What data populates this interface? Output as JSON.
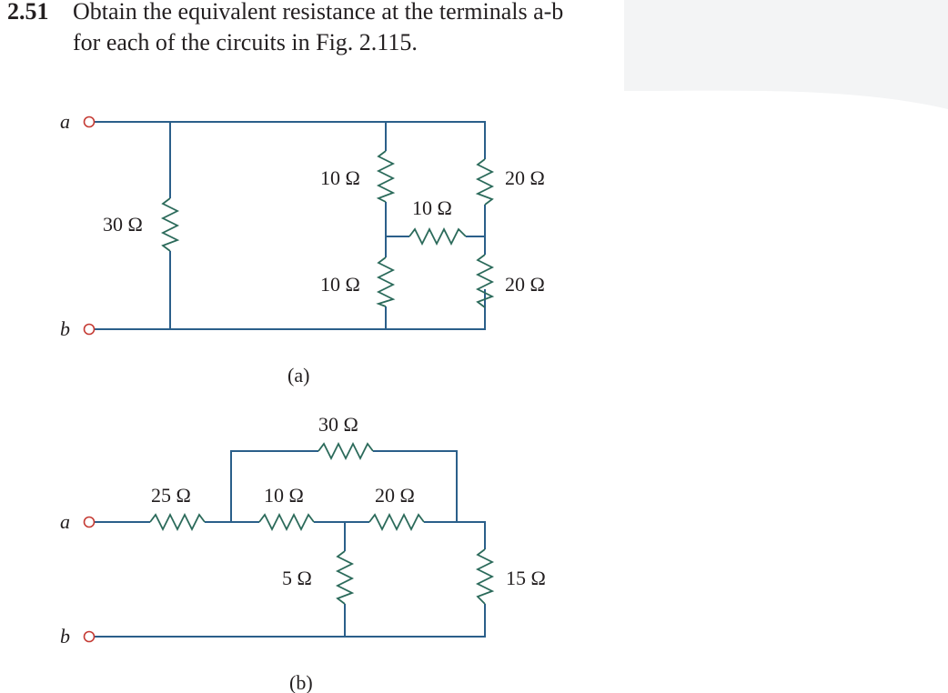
{
  "problem": {
    "number": "2.51",
    "line1": "Obtain the equivalent resistance at the terminals a-b",
    "line2": "for each of the circuits in Fig. 2.115."
  },
  "circuit_a": {
    "caption": "(a)",
    "terminal_a": "a",
    "terminal_b": "b",
    "r_30": "30 Ω",
    "r_10_upper": "10 Ω",
    "r_10_lower": "10 Ω",
    "r_10_bridge": "10 Ω",
    "r_20_upper": "20 Ω",
    "r_20_lower": "20 Ω"
  },
  "circuit_b": {
    "caption": "(b)",
    "terminal_a": "a",
    "terminal_b": "b",
    "r_30": "30 Ω",
    "r_25": "25 Ω",
    "r_10": "10 Ω",
    "r_20": "20 Ω",
    "r_5": "5 Ω",
    "r_15": "15 Ω"
  },
  "colors": {
    "wire": "#2b5f8a",
    "resistor": "#2b6a5a",
    "terminal": "#c53b34"
  }
}
